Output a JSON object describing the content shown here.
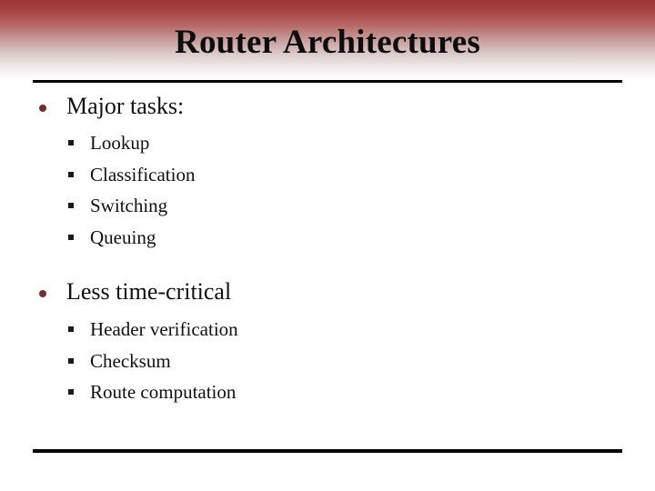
{
  "slide": {
    "title": "Router Architectures",
    "accent_color": "#9d3634",
    "bullet_level1_color": "#762e2d",
    "bullet_level2_color": "#1b1b1b",
    "rule_color": "#000000",
    "text_color": "#111111",
    "sections": [
      {
        "heading": "Major tasks:",
        "items": [
          "Lookup",
          "Classification",
          "Switching",
          "Queuing"
        ]
      },
      {
        "heading": "Less time-critical",
        "items": [
          "Header verification",
          "Checksum",
          "Route computation"
        ]
      }
    ]
  }
}
